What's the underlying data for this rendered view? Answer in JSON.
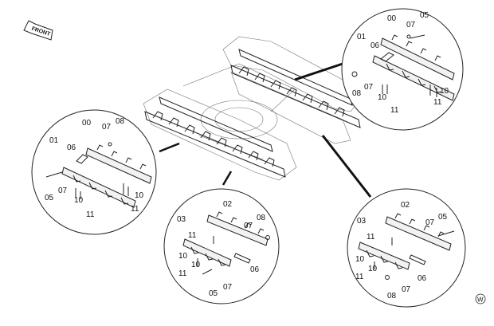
{
  "front_arrow_label": "FRONT",
  "watermark": "W",
  "callouts": {
    "top_right": {
      "c00": "00",
      "c01": "01",
      "c05": "05",
      "c06": "06",
      "c07a": "07",
      "c07b": "07",
      "c08": "08",
      "c10a": "10",
      "c10b": "10",
      "c11a": "11",
      "c11b": "11"
    },
    "left": {
      "c00": "00",
      "c01": "01",
      "c05": "05",
      "c06": "06",
      "c07a": "07",
      "c07b": "07",
      "c08": "08",
      "c10a": "10",
      "c10b": "10",
      "c11a": "11",
      "c11b": "11"
    },
    "bottom_center": {
      "c02": "02",
      "c03": "03",
      "c05": "05",
      "c06": "06",
      "c07a": "07",
      "c07b": "07",
      "c08": "08",
      "c10a": "10",
      "c10b": "10",
      "c11a": "11",
      "c11b": "11"
    },
    "bottom_right": {
      "c02": "02",
      "c03": "03",
      "c05": "05",
      "c06": "06",
      "c07a": "07",
      "c07b": "07",
      "c08": "08",
      "c10a": "10",
      "c10b": "10",
      "c11a": "11",
      "c11b": "11"
    }
  }
}
